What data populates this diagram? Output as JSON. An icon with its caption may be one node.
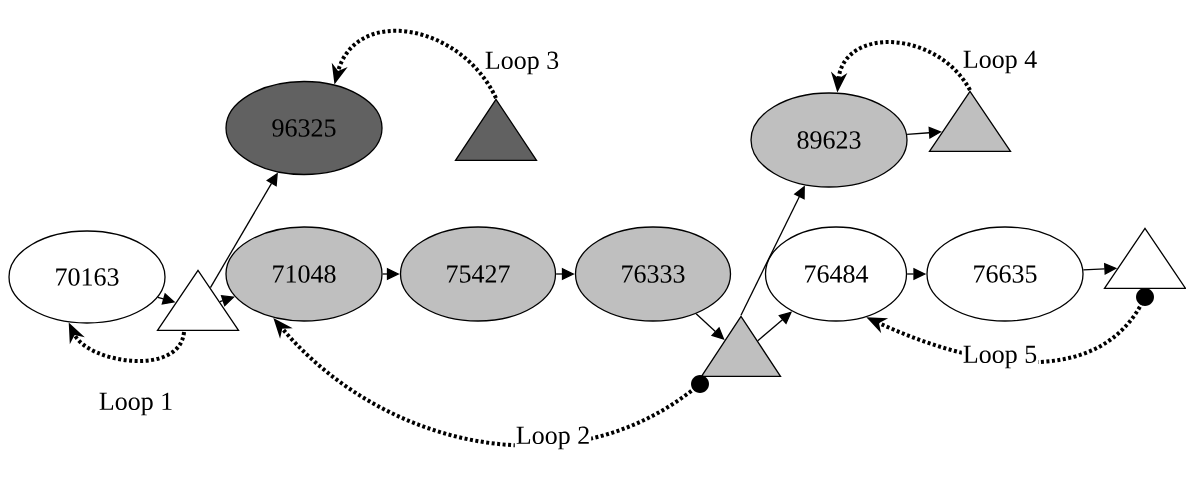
{
  "diagram": {
    "nodes": [
      {
        "text": [
          "70163"
        ]
      },
      {
        "text": [],
        "shape": "triangle"
      },
      {
        "text": [
          "96325"
        ]
      },
      {
        "text": [],
        "shape": "triangle"
      },
      {
        "text": [
          "71048"
        ]
      },
      {
        "text": [
          "75427"
        ]
      },
      {
        "text": [
          "76333"
        ]
      },
      {
        "text": [],
        "shape": "triangle"
      },
      {
        "text": [
          "89623"
        ]
      },
      {
        "text": [],
        "shape": "triangle"
      },
      {
        "text": [
          "76484"
        ]
      },
      {
        "text": [
          "76635"
        ]
      },
      {
        "text": [],
        "shape": "triangle"
      }
    ],
    "edges": [
      {
        "from": 0,
        "to": 1,
        "arrow": "to"
      },
      {
        "from": 1,
        "to": 2,
        "arrow": "to"
      },
      {
        "from": 1,
        "to": 4,
        "arrow": "to"
      },
      {
        "from": 4,
        "to": 5,
        "arrow": "to"
      },
      {
        "from": 5,
        "to": 6,
        "arrow": "to"
      },
      {
        "from": 6,
        "to": 7,
        "arrow": "to"
      },
      {
        "from": 7,
        "to": 8,
        "arrow": "to"
      },
      {
        "from": 7,
        "to": 10,
        "arrow": "to"
      },
      {
        "from": 8,
        "to": 9,
        "arrow": "to"
      },
      {
        "from": 10,
        "to": 11,
        "arrow": "to"
      },
      {
        "from": 11,
        "to": 12,
        "arrow": "to"
      },
      {
        "from": 1,
        "to": 0,
        "arrow": "to",
        "style": "dashed",
        "label": "Loop 1"
      },
      {
        "from": 7,
        "to": 4,
        "arrow": "to",
        "style": "dashed",
        "label": "Loop 2"
      },
      {
        "from": 3,
        "to": 2,
        "arrow": "to",
        "style": "dashed",
        "label": "Loop 3"
      },
      {
        "from": 9,
        "to": 8,
        "arrow": "to",
        "style": "dashed",
        "label": "Loop 4"
      },
      {
        "from": 12,
        "to": 10,
        "arrow": "to",
        "style": "dashed",
        "label": "Loop 5"
      }
    ]
  }
}
